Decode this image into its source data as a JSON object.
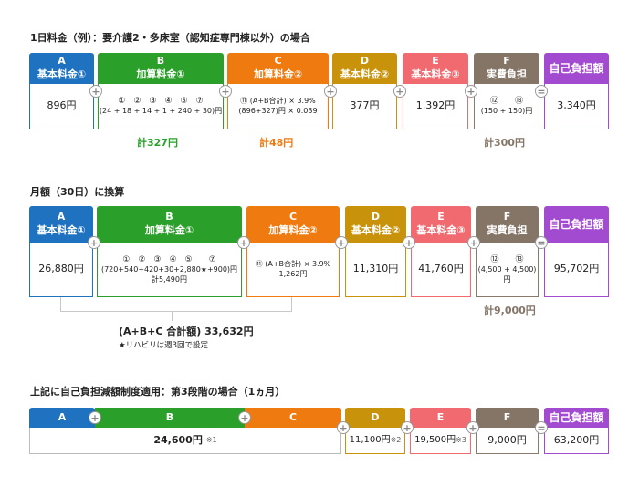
{
  "section1": {
    "title": "1日料金（例）：要介護2・多床室（認知症専門棟以外）の場合",
    "headers": {
      "a_letter": "A",
      "a_name": "基本料金①",
      "b_letter": "B",
      "b_name": "加算料金①",
      "c_letter": "C",
      "c_name": "加算料金②",
      "d_letter": "D",
      "d_name": "基本料金②",
      "e_letter": "E",
      "e_name": "基本料金③",
      "f_letter": "F",
      "f_name": "実費負担",
      "total": "自己負担額"
    },
    "values": {
      "a": "896円",
      "b_marks": "①　②　③　④　⑤　⑦",
      "b_formula": "(24 + 18 + 14 + 1 + 240 + 30)円",
      "c_line1": "⑪ (A+B合計) × 3.9%",
      "c_line2": "(896+327)円 × 0.039",
      "d": "377円",
      "e": "1,392円",
      "f_marks": "⑫　　⑬",
      "f_formula": "(150 + 150)円",
      "total": "3,340円"
    },
    "subtotals": {
      "b": "計327円",
      "c": "計48円",
      "f": "計300円"
    }
  },
  "section2": {
    "title": "月額（30日）に換算",
    "headers": {
      "a_letter": "A",
      "a_name": "基本料金①",
      "b_letter": "B",
      "b_name": "加算料金①",
      "c_letter": "C",
      "c_name": "加算料金②",
      "d_letter": "D",
      "d_name": "基本料金②",
      "e_letter": "E",
      "e_name": "基本料金③",
      "f_letter": "F",
      "f_name": "実費負担",
      "total": "自己負担額"
    },
    "values": {
      "a": "26,880円",
      "b_marks": "①　②　③　④　⑤　　⑦",
      "b_formula": "(720+540+420+30+2,880★+900)円",
      "b_total": "計5,490円",
      "c_line1": "⑪ (A+B合計) × 3.9%",
      "c_line2": "1,262円",
      "d": "11,310円",
      "e": "41,760円",
      "f_marks": "⑫　　⑬",
      "f_formula": "(4,500 + 4,500)円",
      "total": "95,702円"
    },
    "subtotals": {
      "f": "計9,000円"
    },
    "abc_total": "(A+B+C 合計額) 33,632円",
    "rehab_note": "★リハビリは週3回で設定"
  },
  "section3": {
    "title": "上記に自己負担減額制度適用：第3段階の場合（1ヵ月）",
    "headers": {
      "a": "A",
      "b": "B",
      "c": "C",
      "d": "D",
      "e": "E",
      "f": "F",
      "total": "自己負担額"
    },
    "values": {
      "abc": "24,600円",
      "abc_note": "※1",
      "d": "11,100円",
      "d_note": "※2",
      "e": "19,500円",
      "e_note": "※3",
      "f": "9,000円",
      "total": "63,200円"
    }
  },
  "operators": {
    "plus": "+",
    "equals": "="
  },
  "colors": {
    "a": "#1e72c0",
    "b": "#2aa02a",
    "c": "#ee7a10",
    "d": "#c8920a",
    "e": "#f06a6f",
    "f": "#857567",
    "total": "#a24ad0"
  }
}
